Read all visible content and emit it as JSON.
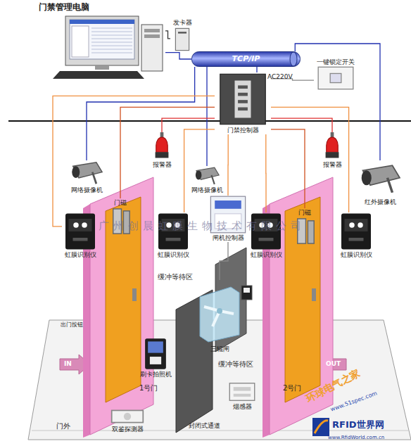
{
  "diagram": {
    "nodes": [
      {
        "text": [
          "门禁管理电脑"
        ]
      },
      {
        "text": [
          "发卡器"
        ]
      },
      {
        "text": [
          "TCP/IP"
        ]
      },
      {
        "text": [
          "一键锁定开关"
        ]
      },
      {
        "text": [
          "门禁控制器"
        ]
      },
      {
        "text": [
          "报警器"
        ]
      },
      {
        "text": [
          "报警器"
        ]
      },
      {
        "text": [
          "网络摄像机"
        ]
      },
      {
        "text": [
          "网络摄像机"
        ]
      },
      {
        "text": [
          "红外摄像机"
        ]
      },
      {
        "text": [
          "虹膜识别仪"
        ]
      },
      {
        "text": [
          "虹膜识别仪"
        ]
      },
      {
        "text": [
          "闸机控制器"
        ]
      },
      {
        "text": [
          "虹膜识别仪"
        ]
      },
      {
        "text": [
          "虹膜识别仪"
        ]
      },
      {
        "text": [
          "门磁"
        ]
      },
      {
        "text": [
          "门磁"
        ]
      },
      {
        "text": [
          "刷卡拍照机"
        ]
      },
      {
        "text": [
          "三辊闸"
        ]
      },
      {
        "text": [
          "双鉴探测器"
        ]
      },
      {
        "text": [
          "烟感器"
        ]
      }
    ],
    "edges": [
      {
        "from": 0,
        "to": 1,
        "arrow": "none"
      },
      {
        "from": 0,
        "to": 2,
        "arrow": "none"
      },
      {
        "from": 2,
        "to": 4,
        "arrow": "none"
      },
      {
        "from": 3,
        "to": 4,
        "arrow": "none"
      },
      {
        "from": 2,
        "to": 7,
        "arrow": "none"
      },
      {
        "from": 2,
        "to": 8,
        "arrow": "none"
      },
      {
        "from": 2,
        "to": 9,
        "arrow": "none"
      },
      {
        "from": 4,
        "to": 5,
        "arrow": "none"
      },
      {
        "from": 4,
        "to": 6,
        "arrow": "none"
      },
      {
        "from": 4,
        "to": 10,
        "arrow": "none"
      },
      {
        "from": 4,
        "to": 11,
        "arrow": "none"
      },
      {
        "from": 4,
        "to": 12,
        "arrow": "none"
      },
      {
        "from": 4,
        "to": 13,
        "arrow": "none"
      },
      {
        "from": 4,
        "to": 14,
        "arrow": "none"
      },
      {
        "from": 4,
        "to": 15,
        "arrow": "none"
      },
      {
        "from": 4,
        "to": 16,
        "arrow": "none"
      },
      {
        "from": 12,
        "to": 18,
        "arrow": "none"
      }
    ],
    "labels": [
      "AC220V",
      "缓冲等待区",
      "缓冲等待区",
      "出门按钮",
      "IN",
      "OUT",
      "1号门",
      "2号门",
      "门外",
      "封闭式通道",
      "广州创晨虹膜生物技术有限公司",
      "环球电气之家",
      "www.51spec.com",
      "RFID世界网",
      "www.RfidWorld.com.cn"
    ]
  }
}
